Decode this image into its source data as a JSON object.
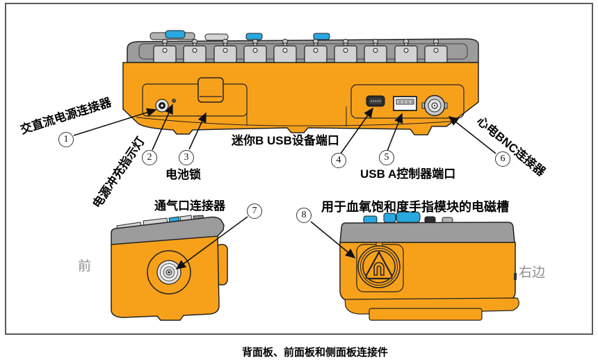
{
  "figure": {
    "caption": "背面板、前面板和侧面板连接件",
    "orientation_labels": {
      "front": "前",
      "right": "右边"
    },
    "callouts": [
      {
        "num": "1",
        "label": "交直流电源连接器"
      },
      {
        "num": "2",
        "label": "电源冲充指示灯"
      },
      {
        "num": "3",
        "label": "电池锁"
      },
      {
        "num": "4",
        "label": "迷你B USB设备端口"
      },
      {
        "num": "5",
        "label": "USB A控制器端口"
      },
      {
        "num": "6",
        "label": "心电BNC连接器"
      },
      {
        "num": "7",
        "label": "通气口连接器"
      },
      {
        "num": "8",
        "label": "用于血氧饱和度手指模块的电磁槽"
      }
    ],
    "colors": {
      "device_body": "#F7A11B",
      "top_strip": "#9C9C9C",
      "connector_tab": "#D2D2D2",
      "button_blue": "#29A8E0",
      "outline": "#1A1A1A",
      "muted_label": "#8F8F8F"
    }
  }
}
